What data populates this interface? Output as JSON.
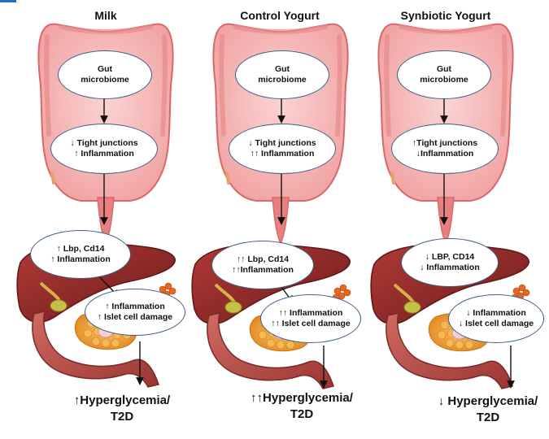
{
  "columns": [
    {
      "title": "Milk",
      "gut": [
        "Gut",
        "microbiome"
      ],
      "gut_effect": [
        "↓ Tight junctions",
        "↑ Inflammation"
      ],
      "liver": [
        "↑ Lbp, Cd14",
        "↑ Inflammation"
      ],
      "pancreas": [
        "↑ Inflammation",
        "↑ Islet cell damage"
      ],
      "outcome": [
        "↑Hyperglycemia/",
        "T2D"
      ]
    },
    {
      "title": "Control Yogurt",
      "gut": [
        "Gut",
        "microbiome"
      ],
      "gut_effect": [
        "↓ Tight junctions",
        "↑↑ Inflammation"
      ],
      "liver": [
        "↑↑ Lbp, Cd14",
        "↑↑Inflammation"
      ],
      "pancreas": [
        "↑↑ Inflammation",
        "↑↑ Islet cell damage"
      ],
      "outcome": [
        "↑↑Hyperglycemia/",
        "T2D"
      ]
    },
    {
      "title": "Synbiotic Yogurt",
      "gut": [
        "Gut",
        "microbiome"
      ],
      "gut_effect": [
        "↑Tight junctions",
        "↓Inflammation"
      ],
      "liver": [
        "↓ LBP, CD14",
        "↓ Inflammation"
      ],
      "pancreas": [
        "↓ Inflammation",
        "↓ Islet cell damage"
      ],
      "outcome": [
        "↓ Hyperglycemia/",
        "T2D"
      ]
    }
  ],
  "colors": {
    "colon": "#f2a0a0",
    "colon_dark": "#d9686a",
    "liver": "#8e2a2a",
    "stomach": "#c0504d",
    "pancreas": "#f0a53a",
    "oval_border": "#3d5f8a",
    "accent": "#1f6fd1"
  }
}
